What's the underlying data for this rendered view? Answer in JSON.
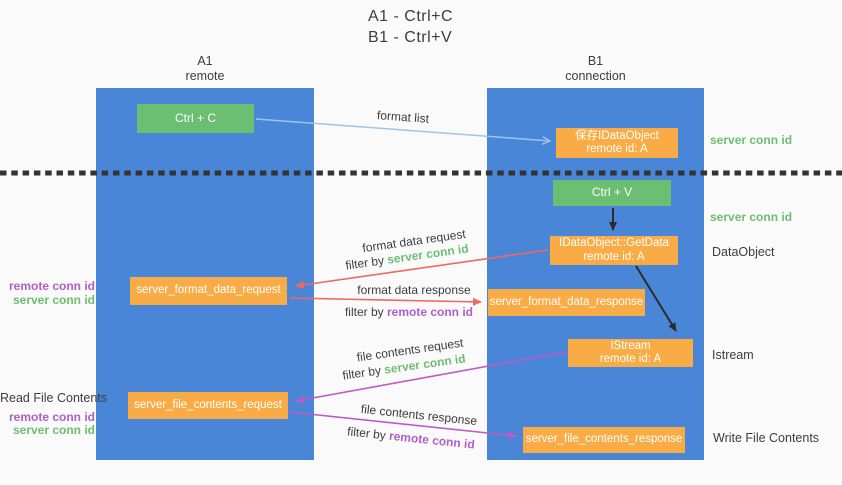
{
  "title": {
    "line1": "A1 - Ctrl+C",
    "line2": "B1 - Ctrl+V"
  },
  "columns": {
    "a": {
      "id": "A1",
      "role": "remote"
    },
    "b": {
      "id": "B1",
      "role": "connection"
    }
  },
  "boxes": {
    "ctrl_c": {
      "label": "Ctrl + C"
    },
    "save_dataobject": {
      "line1": "保存IDataObject",
      "line2": "remote id: A"
    },
    "ctrl_v": {
      "label": "Ctrl + V"
    },
    "getdata": {
      "line1": "IDataObject::GetData",
      "line2": "remote id: A"
    },
    "istream": {
      "line1": "IStream",
      "line2": "remote id: A"
    },
    "format_request": {
      "label": "server_format_data_request"
    },
    "format_response": {
      "label": "server_format_data_response"
    },
    "file_request": {
      "label": "server_file_contents_request"
    },
    "file_response": {
      "label": "server_file_contents_response"
    }
  },
  "flows": {
    "format_list": {
      "label": "format list"
    },
    "format_data_request": {
      "label": "format data request",
      "filter_prefix": "filter by",
      "filter_value": "server conn id"
    },
    "format_data_response": {
      "label": "format data response",
      "filter_prefix": "filter by",
      "filter_value": "remote conn id"
    },
    "file_contents_request": {
      "label": "file contents request",
      "filter_prefix": "filter by",
      "filter_value": "server conn id"
    },
    "file_contents_response": {
      "label": "file contents response",
      "filter_prefix": "filter by",
      "filter_value": "remote conn id"
    }
  },
  "side_labels": {
    "server_conn_id_top": "server conn id",
    "server_conn_id_mid": "server conn id",
    "dataobject": "DataObject",
    "istream": "Istream",
    "write_file_contents": "Write File Contents",
    "read_file_contents": "Read File Contents",
    "format_remote_conn_id": "remote conn id",
    "format_server_conn_id": "server conn id",
    "file_remote_conn_id": "remote conn id",
    "file_server_conn_id": "server conn id"
  },
  "colors": {
    "panel_blue": "#4a86d8",
    "box_green": "#6cbe72",
    "box_orange": "#f9ab45",
    "arrow_light_blue": "#9fc5e8",
    "arrow_red": "#ed6a60",
    "arrow_magenta": "#bd5bc4",
    "arrow_black": "#2b2b2b",
    "dashed_line": "#333333",
    "label_green": "#6dbe71",
    "label_purple": "#b05fc9",
    "text_dark": "#3d3d3d"
  }
}
